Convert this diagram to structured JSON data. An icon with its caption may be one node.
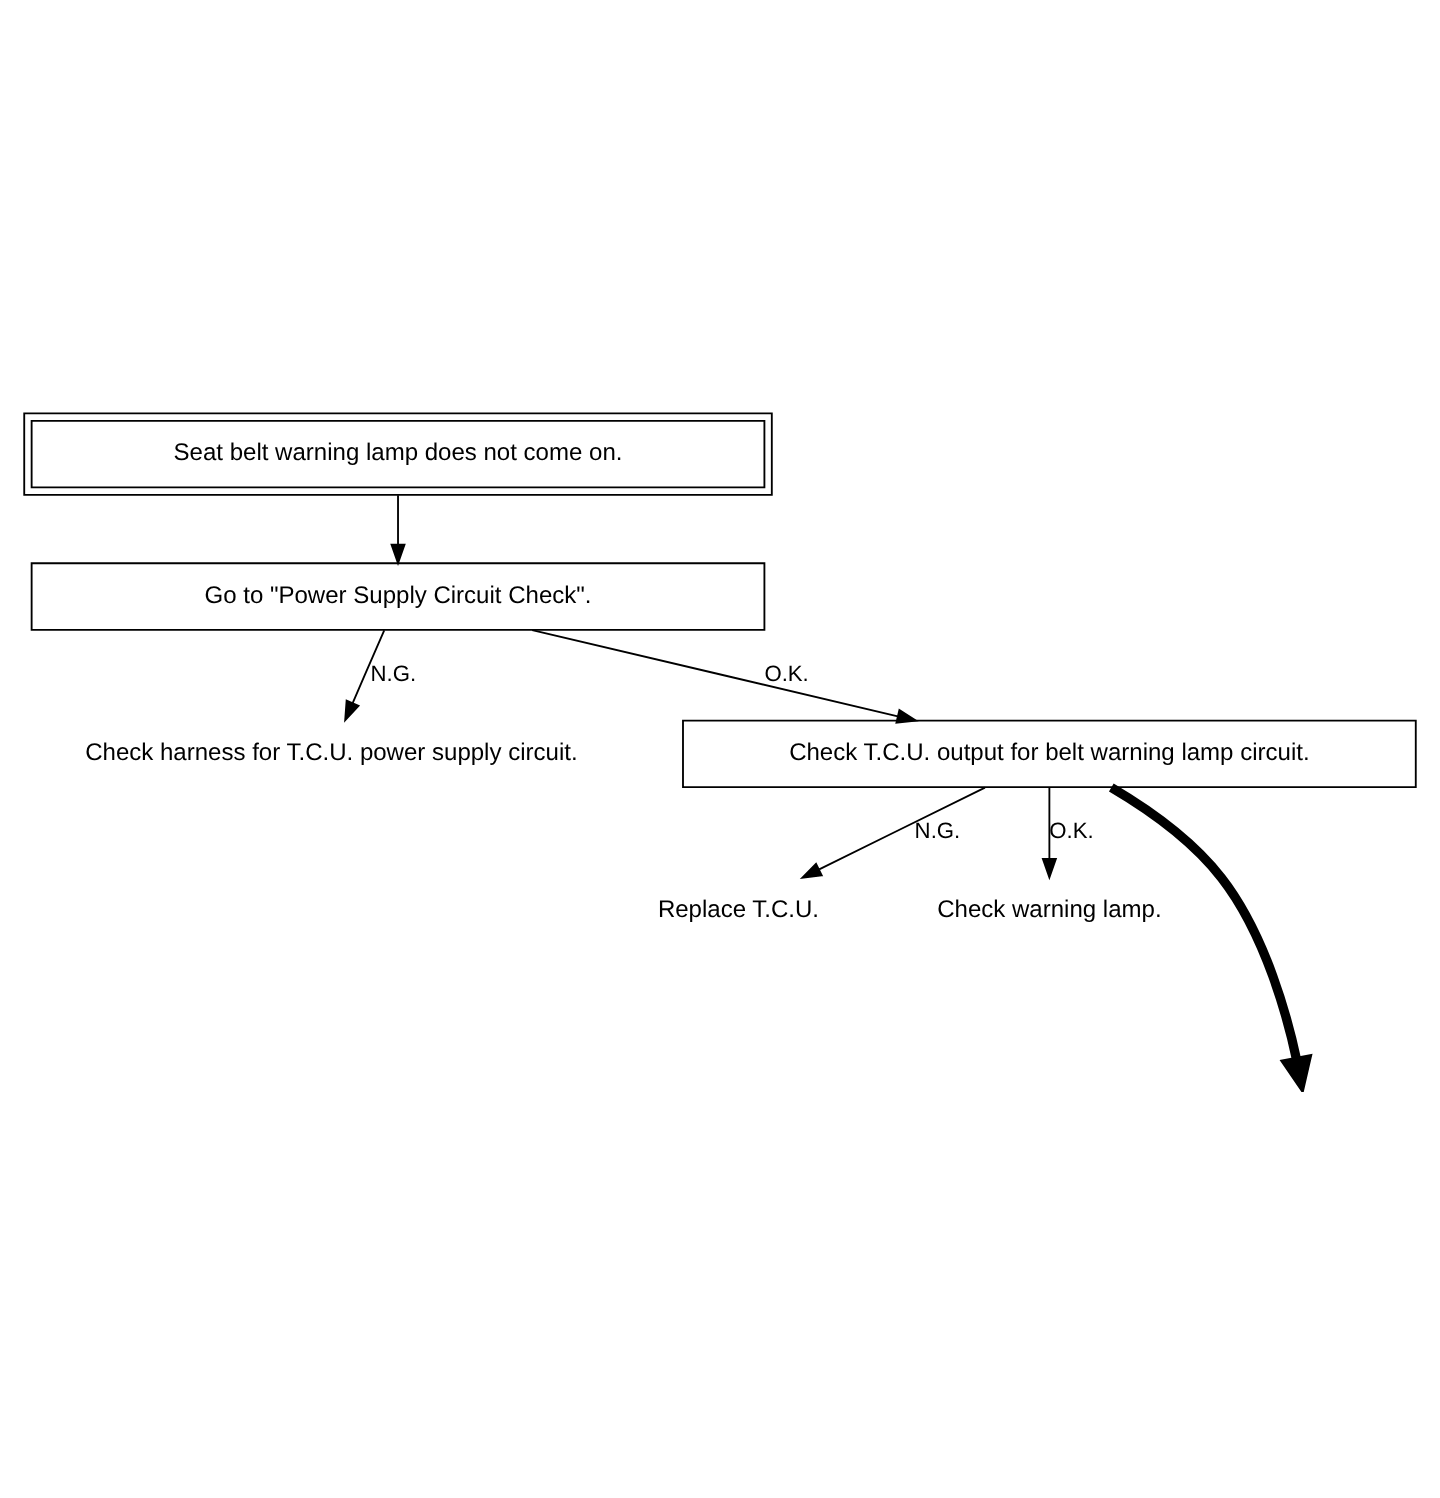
{
  "diagram": {
    "nodes": [
      {
        "text": [
          "Seat belt warning lamp does not come on."
        ]
      },
      {
        "text": [
          "Go to \"Power Supply Circuit Check\"."
        ]
      },
      {
        "text": [
          "Check harness for T.C.U. power supply circuit."
        ]
      },
      {
        "text": [
          "Check T.C.U. output for belt warning lamp circuit."
        ]
      },
      {
        "text": [
          "Replace T.C.U."
        ]
      },
      {
        "text": [
          "Check warning lamp."
        ]
      }
    ],
    "edges": [
      {
        "from": 0,
        "to": 1,
        "arrow": "to"
      },
      {
        "from": 1,
        "to": 3,
        "arrow": "to",
        "label": "O.K."
      },
      {
        "from": 1,
        "to": 2,
        "arrow": "to",
        "label": "N.G."
      },
      {
        "from": 3,
        "to": 4,
        "arrow": "to",
        "label": "N.G."
      },
      {
        "from": 3,
        "to": 5,
        "arrow": "to",
        "label": "O.K."
      },
      {
        "from": 3,
        "to": null,
        "arrow": "to",
        "style": "thick"
      }
    ]
  }
}
